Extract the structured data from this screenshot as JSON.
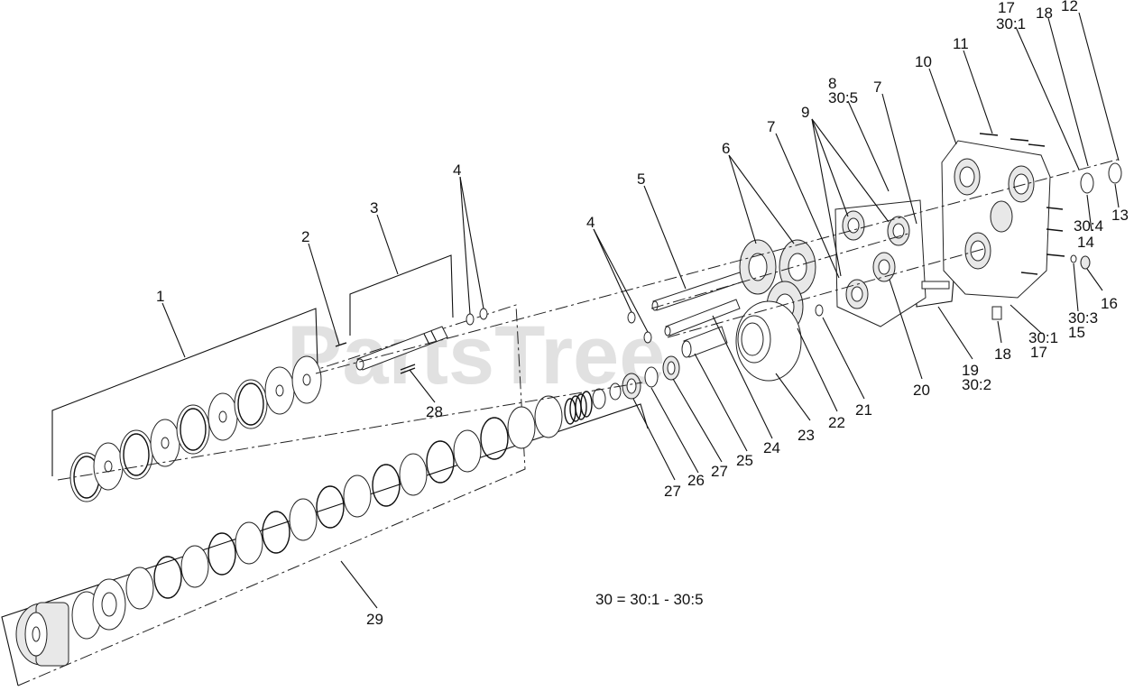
{
  "watermark": "PartsTree",
  "formula": "30 = 30:1 - 30:5",
  "labels": [
    {
      "id": "1",
      "text": "1"
    },
    {
      "id": "2",
      "text": "2"
    },
    {
      "id": "3",
      "text": "3"
    },
    {
      "id": "4a",
      "text": "4"
    },
    {
      "id": "4b",
      "text": "4"
    },
    {
      "id": "5",
      "text": "5"
    },
    {
      "id": "6",
      "text": "6"
    },
    {
      "id": "7a",
      "text": "7"
    },
    {
      "id": "7b",
      "text": "7"
    },
    {
      "id": "8",
      "text": "8"
    },
    {
      "id": "30_5",
      "text": "30:5"
    },
    {
      "id": "9",
      "text": "9"
    },
    {
      "id": "10",
      "text": "10"
    },
    {
      "id": "11",
      "text": "11"
    },
    {
      "id": "17a",
      "text": "17"
    },
    {
      "id": "30_1a",
      "text": "30:1"
    },
    {
      "id": "18a",
      "text": "18"
    },
    {
      "id": "12",
      "text": "12"
    },
    {
      "id": "13",
      "text": "13"
    },
    {
      "id": "30_4",
      "text": "30:4"
    },
    {
      "id": "14",
      "text": "14"
    },
    {
      "id": "16",
      "text": "16"
    },
    {
      "id": "30_3",
      "text": "30:3"
    },
    {
      "id": "15",
      "text": "15"
    },
    {
      "id": "30_1b",
      "text": "30:1"
    },
    {
      "id": "17b",
      "text": "17"
    },
    {
      "id": "18b",
      "text": "18"
    },
    {
      "id": "19",
      "text": "19"
    },
    {
      "id": "30_2",
      "text": "30:2"
    },
    {
      "id": "20",
      "text": "20"
    },
    {
      "id": "21",
      "text": "21"
    },
    {
      "id": "22",
      "text": "22"
    },
    {
      "id": "23",
      "text": "23"
    },
    {
      "id": "24",
      "text": "24"
    },
    {
      "id": "25",
      "text": "25"
    },
    {
      "id": "26",
      "text": "26"
    },
    {
      "id": "27a",
      "text": "27"
    },
    {
      "id": "27b",
      "text": "27"
    },
    {
      "id": "28",
      "text": "28"
    },
    {
      "id": "29",
      "text": "29"
    }
  ]
}
